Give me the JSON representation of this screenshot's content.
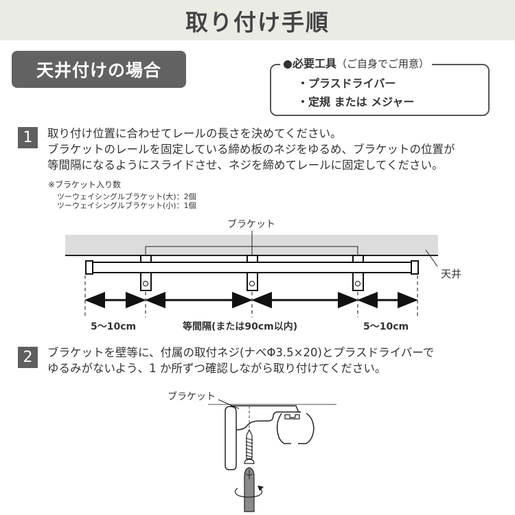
{
  "header": {
    "title": "取り付け手順"
  },
  "section": {
    "title": "天井付けの場合"
  },
  "tools": {
    "heading": "●必要工具",
    "heading_note": "（ご自身でご用意）",
    "items": [
      "・プラスドライバー",
      "・定規 または メジャー"
    ]
  },
  "steps": [
    {
      "number": "1",
      "lines": [
        "取り付け位置に合わせてレールの長さを決めてください。",
        "ブラケットのレールを固定している締め板のネジをゆるめ、ブラケットの位置が",
        "等間隔になるようにスライドさせ、ネジを締めてレールに固定してください。"
      ]
    },
    {
      "number": "2",
      "lines": [
        "ブラケットを壁等に、付属の取付ネジ(ナベΦ3.5×20)とプラスドライバーで",
        "ゆるみがないよう、1 か所ずつ確認しながら取り付けてください。"
      ]
    }
  ],
  "bracket_note": {
    "title": "※ブラケット入り数",
    "lines": [
      "ツーウェイシングルブラケット(大)：2個",
      "ツーウェイシングルブラケット(小)：1個"
    ]
  },
  "diagram1": {
    "bracket_label": "ブラケット",
    "ceiling_label": "天井",
    "dim_left": "5～10cm",
    "dim_middle": "等間隔(または90cm以内)",
    "dim_right": "5～10cm"
  },
  "diagram2": {
    "bracket_label": "ブラケット"
  },
  "colors": {
    "header_bg": "#ebebe6",
    "badge_bg": "#626262",
    "ceiling_fill": "#dcdcdc",
    "driver_fill": "#8a8a8a"
  }
}
